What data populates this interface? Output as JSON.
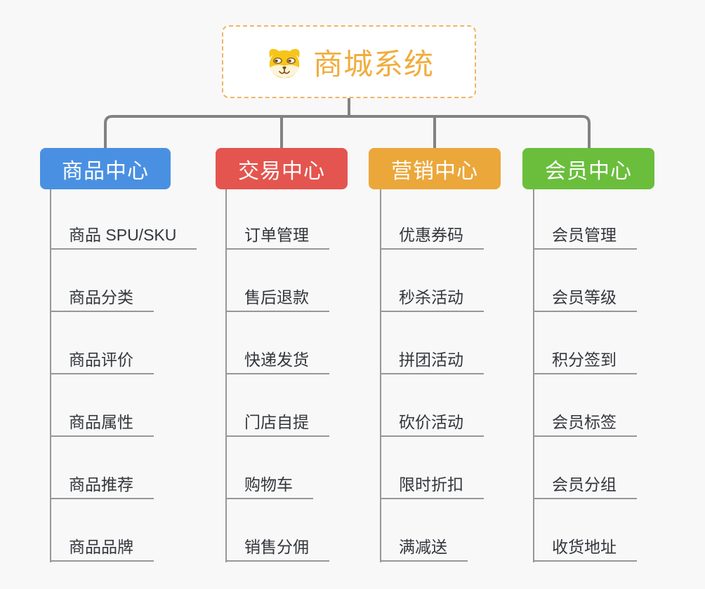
{
  "root": {
    "title": "商城系统",
    "icon": "shiba-dog-icon"
  },
  "branches": [
    {
      "label": "商品中心",
      "color": "#4a90e2",
      "items": [
        "商品 SPU/SKU",
        "商品分类",
        "商品评价",
        "商品属性",
        "商品推荐",
        "商品品牌"
      ]
    },
    {
      "label": "交易中心",
      "color": "#e4554f",
      "items": [
        "订单管理",
        "售后退款",
        "快递发货",
        "门店自提",
        "购物车",
        "销售分佣"
      ]
    },
    {
      "label": "营销中心",
      "color": "#eba73a",
      "items": [
        "优惠券码",
        "秒杀活动",
        "拼团活动",
        "砍价活动",
        "限时折扣",
        "满减送"
      ]
    },
    {
      "label": "会员中心",
      "color": "#6abe3c",
      "items": [
        "会员管理",
        "会员等级",
        "积分签到",
        "会员标签",
        "会员分组",
        "收货地址"
      ]
    }
  ],
  "style": {
    "background": "#f8f8f8",
    "root_text_color": "#f0ad3e",
    "root_border_color": "#f3b465",
    "connector_color": "#828282",
    "thin_line_color": "#979797",
    "leaf_text_color": "#33363b"
  }
}
